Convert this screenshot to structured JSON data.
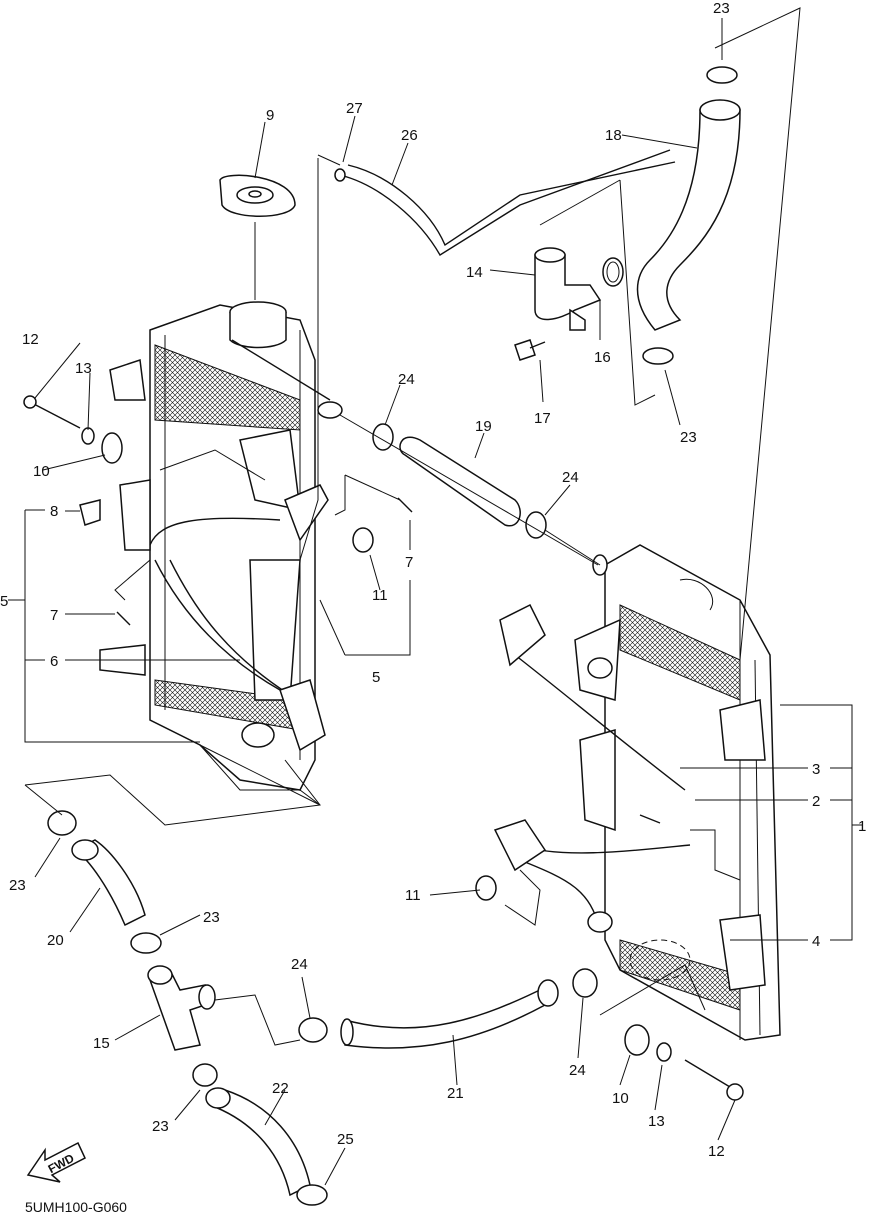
{
  "diagram_code": "5UMH100-G060",
  "fwd_label": "FWD",
  "callouts": [
    "1",
    "2",
    "3",
    "4",
    "5",
    "6",
    "7",
    "8",
    "9",
    "10",
    "11",
    "12",
    "13",
    "14",
    "15",
    "16",
    "17",
    "18",
    "19",
    "20",
    "21",
    "22",
    "23",
    "24",
    "25",
    "26",
    "27"
  ]
}
